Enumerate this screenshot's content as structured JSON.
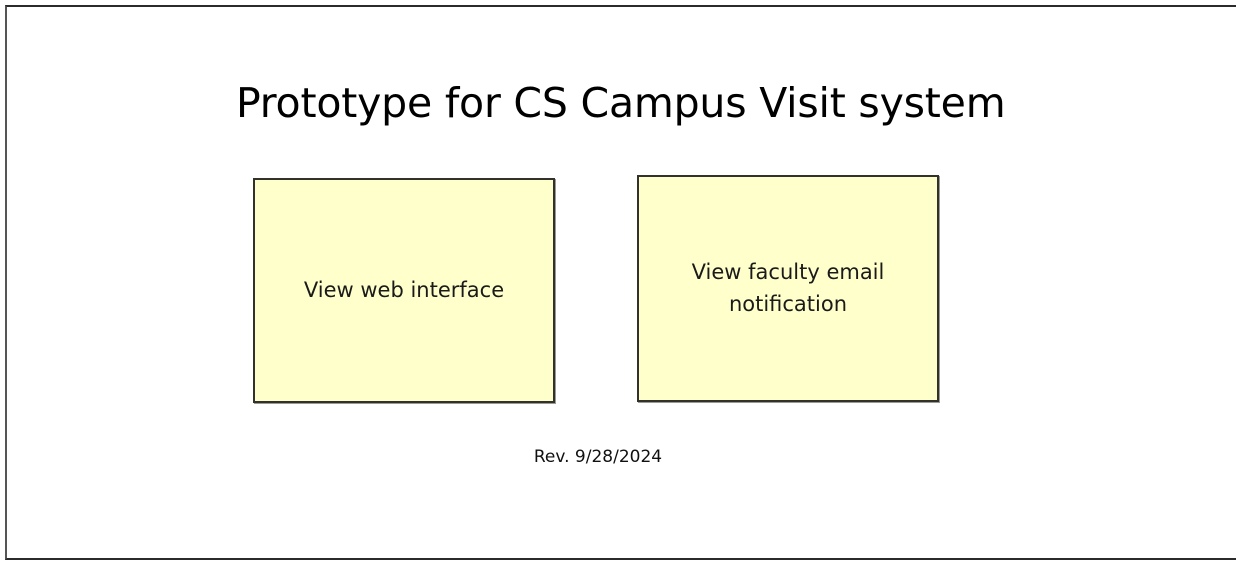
{
  "slide": {
    "title": "Prototype for CS Campus Visit system",
    "background_color": "#ffffff",
    "frame_color": "#2b2b2b",
    "revision_note": "Rev. 9/28/2024",
    "boxes": [
      {
        "id": "view-web-interface",
        "label": "View web interface",
        "fill_color": "#ffffcc",
        "border_color": "#33312c"
      },
      {
        "id": "view-faculty-email-notification",
        "label": "View faculty email\nnotification",
        "fill_color": "#ffffcc",
        "border_color": "#33312c"
      }
    ]
  }
}
